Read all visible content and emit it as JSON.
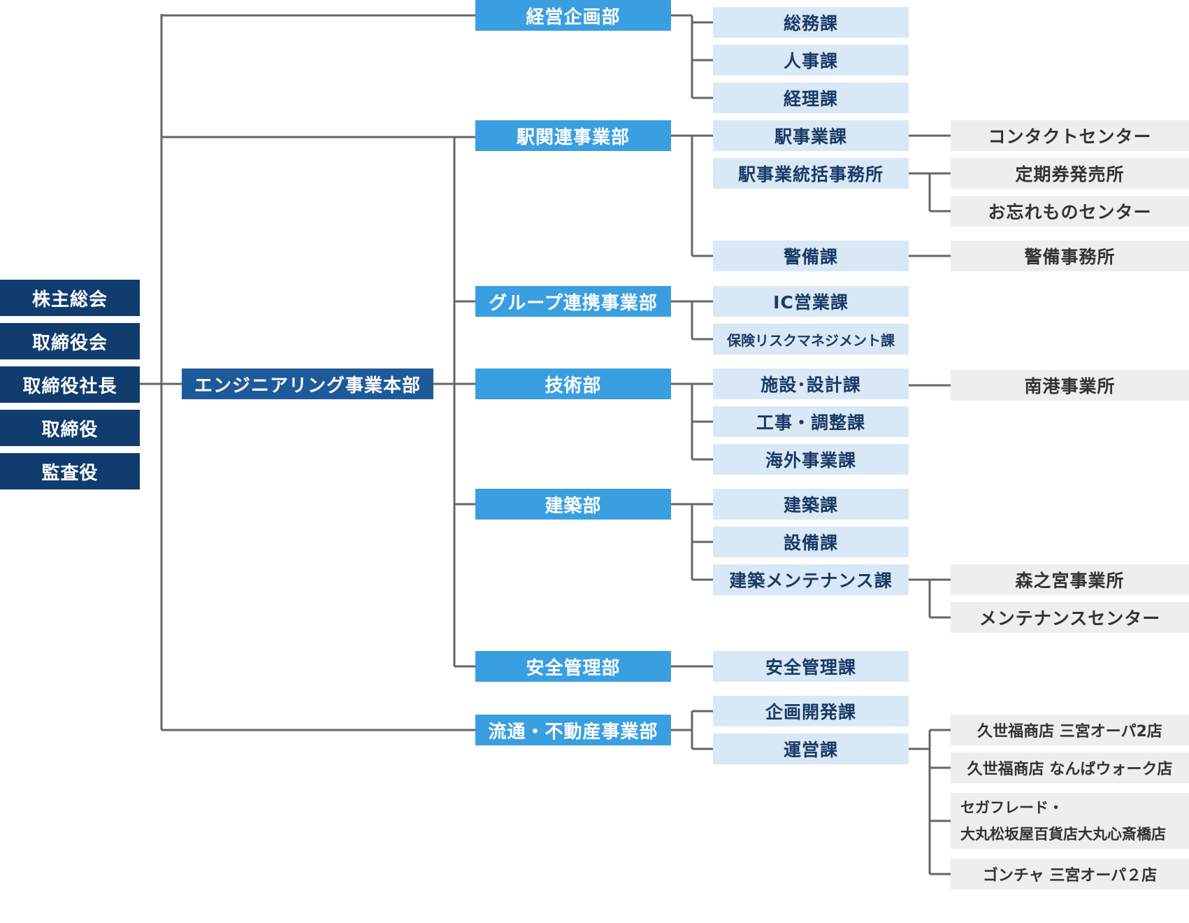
{
  "executives": [
    "株主総会",
    "取締役会",
    "取締役社長",
    "取締役",
    "監査役"
  ],
  "headquarters": "エンジニアリング事業本部",
  "departments": {
    "keiei": "経営企画部",
    "eki": "駅関連事業部",
    "group": "グループ連携事業部",
    "gijutsu": "技術部",
    "kenchiku": "建築部",
    "anzen": "安全管理部",
    "ryutsu": "流通・不動産事業部"
  },
  "sections": {
    "somu": "総務課",
    "jinji": "人事課",
    "keiri": "経理課",
    "eki_jigyo": "駅事業課",
    "eki_tokatsu": "駅事業統括事務所",
    "keibi": "警備課",
    "ic": "IC営業課",
    "hoken": "保険リスクマネジメント課",
    "shisetsu": "施設･設計課",
    "koji": "工事・調整課",
    "kaigai": "海外事業課",
    "kenchiku_ka": "建築課",
    "setsubi": "設備課",
    "kenchiku_maint": "建築メンテナンス課",
    "anzen_ka": "安全管理課",
    "kikaku": "企画開発課",
    "unei": "運営課"
  },
  "units": {
    "contact": "コンタクトセンター",
    "teiki": "定期券発売所",
    "owasure": "お忘れものセンター",
    "keibi_jimusho": "警備事務所",
    "nanko": "南港事業所",
    "morinomiya": "森之宮事業所",
    "maint_center": "メンテナンスセンター",
    "kuze_sannomiya": "久世福商店 三宮オーパ2店",
    "kuze_namba": "久世福商店 なんばウォーク店",
    "sega_line1": "セガフレード・",
    "sega_line2": "大丸松坂屋百貨店大丸心斎橋店",
    "gongcha": "ゴンチャ 三宮オーパ２店"
  }
}
